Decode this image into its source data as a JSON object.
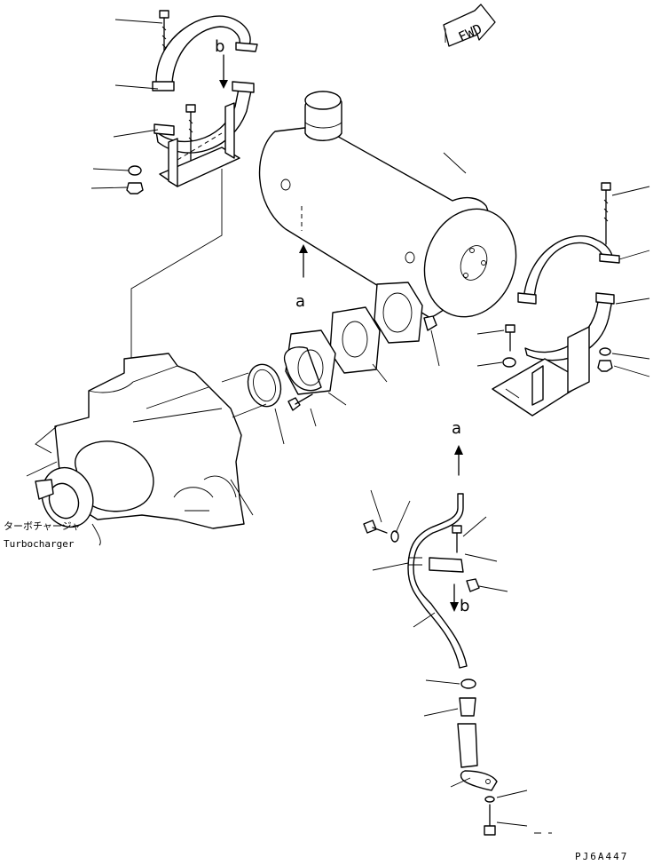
{
  "drawing": {
    "fwd_label": "FWD",
    "ref_a_top": "a",
    "ref_b_top": "b",
    "ref_a_bottom": "a",
    "ref_b_bottom": "b",
    "turbocharger_jp": "ターボチャージャ",
    "turbocharger_en": "Turbocharger",
    "drawing_code": "PJ6A447"
  }
}
